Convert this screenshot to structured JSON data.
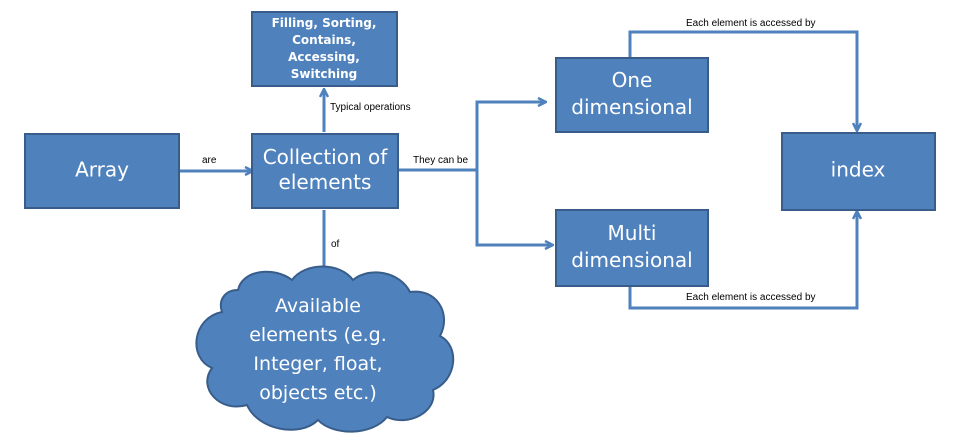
{
  "colors": {
    "node_fill": "#4f81bd",
    "node_border": "#385d8a",
    "arrow": "#4f81bd",
    "node_text": "#ffffff",
    "label_text": "#000000",
    "background": "#ffffff"
  },
  "nodes": {
    "array": {
      "lines": [
        "Array"
      ]
    },
    "collection": {
      "lines": [
        "Collection of",
        "elements"
      ]
    },
    "operations": {
      "lines": [
        "Filling, Sorting,",
        "Contains,",
        "Accessing,",
        "Switching"
      ]
    },
    "available": {
      "lines": [
        "Available",
        "elements (e.g.",
        "Integer, float,",
        "objects etc.)"
      ]
    },
    "one_dimensional": {
      "lines": [
        "One",
        "dimensional"
      ]
    },
    "multi_dimensional": {
      "lines": [
        "Multi",
        "dimensional"
      ]
    },
    "index": {
      "lines": [
        "index"
      ]
    }
  },
  "edges": {
    "array_collection": "are",
    "collection_operations": "Typical operations",
    "collection_available": "of",
    "collection_types": "They can be",
    "one_index": "Each element is accessed by",
    "multi_index": "Each element is accessed by"
  }
}
